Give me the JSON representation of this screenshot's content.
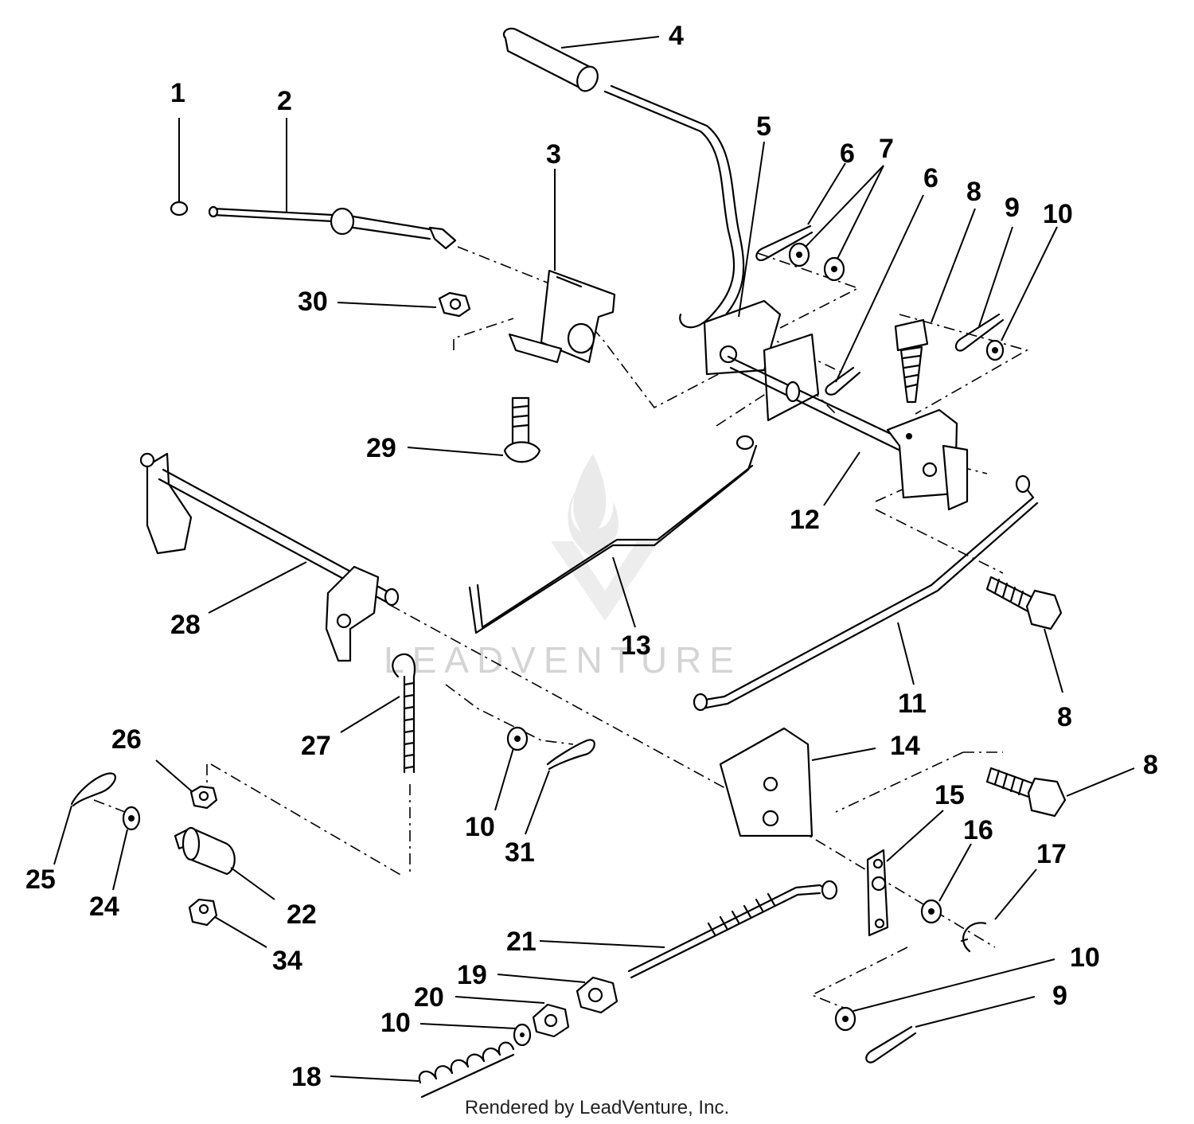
{
  "watermark": {
    "text": "LEADVENTURE"
  },
  "footer": {
    "text": "Rendered by LeadVenture, Inc."
  },
  "callouts": [
    "1",
    "2",
    "3",
    "4",
    "5",
    "6",
    "7",
    "6",
    "8",
    "9",
    "10",
    "30",
    "29",
    "12",
    "13",
    "28",
    "11",
    "8",
    "27",
    "26",
    "14",
    "8",
    "10",
    "31",
    "15",
    "16",
    "17",
    "25",
    "24",
    "22",
    "34",
    "21",
    "19",
    "20",
    "10",
    "18",
    "10",
    "9"
  ]
}
